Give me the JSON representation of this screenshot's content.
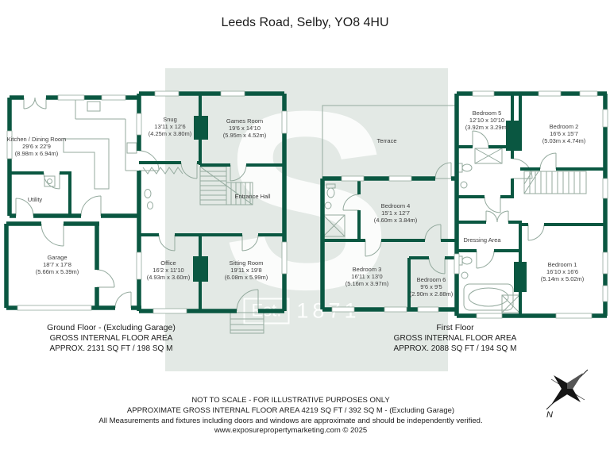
{
  "title": "Leeds Road, Selby, YO8 4HU",
  "watermark": {
    "letter": "S",
    "est": "Est.",
    "year": "1871"
  },
  "colors": {
    "wall_green": "#0a5741",
    "band": "#e3e9e5",
    "thin_line": "#94aa9e",
    "text": "#3d3d3d"
  },
  "rooms": {
    "kitchen": {
      "name": "Kitchen / Dining Room",
      "ft": "29'6 x 22'9",
      "m": "(8.98m x 6.94m)"
    },
    "utility": {
      "name": "Utility"
    },
    "garage": {
      "name": "Garage",
      "ft": "18'7 x 17'8",
      "m": "(5.66m x 5.39m)"
    },
    "snug": {
      "name": "Snug",
      "ft": "13'11 x 12'6",
      "m": "(4.25m x 3.80m)"
    },
    "games": {
      "name": "Games Room",
      "ft": "19'6 x 14'10",
      "m": "(5.95m x 4.52m)"
    },
    "entrance": {
      "name": "Entrance Hall"
    },
    "office": {
      "name": "Office",
      "ft": "16'2 x 11'10",
      "m": "(4.93m x 3.60m)"
    },
    "sitting": {
      "name": "Sitting Room",
      "ft": "19'11 x 19'8",
      "m": "(6.08m x 5.99m)"
    },
    "terrace": {
      "name": "Terrace"
    },
    "bed4": {
      "name": "Bedroom 4",
      "ft": "15'1 x 12'7",
      "m": "(4.60m x 3.84m)"
    },
    "bed3": {
      "name": "Bedroom 3",
      "ft": "16'11 x 13'0",
      "m": "(5.16m x 3.97m)"
    },
    "bed6": {
      "name": "Bedroom 6",
      "ft": "9'6 x 9'5",
      "m": "(2.90m x 2.88m)"
    },
    "bed5": {
      "name": "Bedroom 5",
      "ft": "12'10 x 10'10",
      "m": "(3.92m x 3.29m)"
    },
    "bed2": {
      "name": "Bedroom 2",
      "ft": "16'6 x 15'7",
      "m": "(5.03m x 4.74m)"
    },
    "dressing": {
      "name": "Dressing Area"
    },
    "bed1": {
      "name": "Bedroom 1",
      "ft": "16'10 x 16'6",
      "m": "(5.14m x 5.02m)"
    }
  },
  "ground_floor": {
    "title": "Ground Floor - (Excluding Garage)",
    "line1": "GROSS INTERNAL FLOOR AREA",
    "line2": "APPROX. 2131 SQ FT / 198 SQ M"
  },
  "first_floor": {
    "title": "First Floor",
    "line1": "GROSS INTERNAL FLOOR AREA",
    "line2": "APPROX. 2088 SQ FT / 194 SQ M"
  },
  "footer": {
    "line1": "NOT TO SCALE - FOR ILLUSTRATIVE PURPOSES ONLY",
    "line2": "APPROXIMATE GROSS INTERNAL FLOOR AREA 4219 SQ FT / 392 SQ M - (Excluding Garage)",
    "line3": "All Measurements and fixtures including doors and windows are approximate and should be independently verified.",
    "line4": "www.exposurepropertymarketing.com © 2025"
  },
  "compass": {
    "north_label": "N"
  }
}
